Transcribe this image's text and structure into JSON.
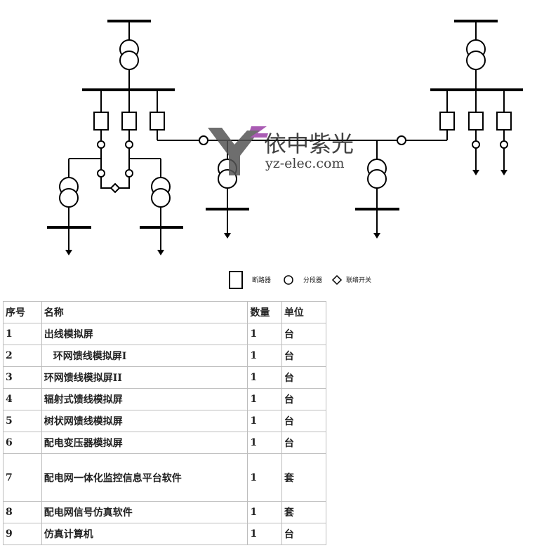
{
  "watermark": {
    "brand_cn": "依中紫光",
    "url": "yz-elec.com",
    "colors": {
      "y_mark": "#444444",
      "z_mark": "#9b3fa6"
    }
  },
  "legend": {
    "breaker": "断路器",
    "section_switch": "分段器",
    "tie_switch": "联络开关"
  },
  "table": {
    "headers": [
      "序号",
      "名称",
      "数量",
      "单位"
    ],
    "rows": [
      {
        "no": "1",
        "name": "出线模拟屏",
        "qty": "1",
        "unit": "台"
      },
      {
        "no": "2",
        "name": "环网馈线模拟屏I",
        "qty": "1",
        "unit": "台"
      },
      {
        "no": "3",
        "name": "环网馈线模拟屏II",
        "qty": "1",
        "unit": "台"
      },
      {
        "no": "4",
        "name": "辐射式馈线模拟屏",
        "qty": "1",
        "unit": "台"
      },
      {
        "no": "5",
        "name": "树状网馈线模拟屏",
        "qty": "1",
        "unit": "台"
      },
      {
        "no": "6",
        "name": "配电变压器模拟屏",
        "qty": "1",
        "unit": "台"
      },
      {
        "no": "7",
        "name": "配电网一体化监控信息平台软件",
        "qty": "1",
        "unit": "套"
      },
      {
        "no": "8",
        "name": "配电网信号仿真软件",
        "qty": "1",
        "unit": "套"
      },
      {
        "no": "9",
        "name": "仿真计算机",
        "qty": "1",
        "unit": "台"
      }
    ]
  }
}
